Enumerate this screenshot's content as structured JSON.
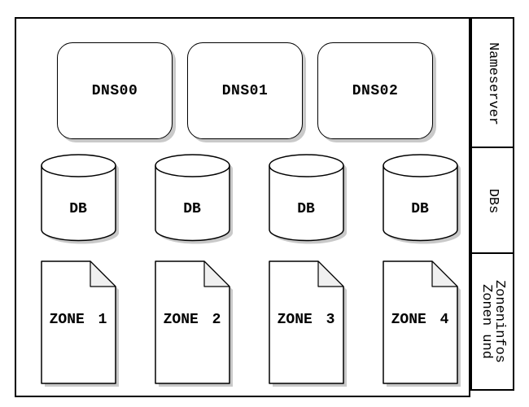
{
  "diagram": {
    "sections": {
      "nameserver": {
        "label": "Nameserver"
      },
      "dbs": {
        "label": "DBs"
      },
      "zones": {
        "label_line1": "Zonen und",
        "label_line2": "Zoneninfos"
      }
    },
    "nameservers": [
      {
        "label": "DNS00"
      },
      {
        "label": "DNS01"
      },
      {
        "label": "DNS02"
      }
    ],
    "databases": [
      {
        "label": "DB"
      },
      {
        "label": "DB"
      },
      {
        "label": "DB"
      },
      {
        "label": "DB"
      }
    ],
    "zones": [
      {
        "label": "ZONE 1"
      },
      {
        "label": "ZONE 2"
      },
      {
        "label": "ZONE 3"
      },
      {
        "label": "ZONE 4"
      }
    ]
  },
  "colors": {
    "stroke": "#000000",
    "fill": "#ffffff",
    "shadow": "#c9c9c9",
    "fold_fill": "#f0f0f0"
  }
}
